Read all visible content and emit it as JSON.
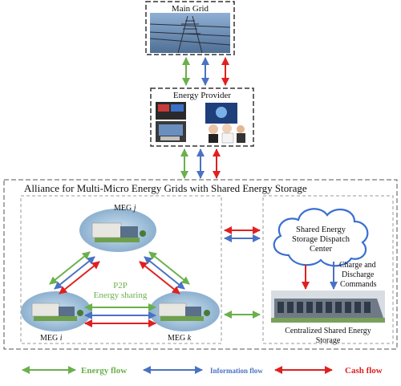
{
  "main_grid": {
    "title": "Main Grid"
  },
  "energy_provider": {
    "title": "Energy Provider"
  },
  "alliance": {
    "title": "Alliance for Multi-Micro Energy Grids with Shared Energy Storage"
  },
  "megs": {
    "j": {
      "prefix": "MEG ",
      "sub": "j"
    },
    "i": {
      "prefix": "MEG ",
      "sub": "i"
    },
    "k": {
      "prefix": "MEG ",
      "sub": "k"
    }
  },
  "p2p": {
    "line1": "P2P",
    "line2": "Energy sharing"
  },
  "dispatch_center": {
    "line1": "Shared Energy",
    "line2": "Storage Dispatch",
    "line3": "Center"
  },
  "commands": {
    "line1": "Charge and",
    "line2": "Discharge",
    "line3": "Commands"
  },
  "storage": {
    "line1": "Centralized Shared Energy",
    "line2": "Storage"
  },
  "legend": {
    "energy": "Energy flow",
    "information": "Information flow",
    "cash": "Cash flow"
  },
  "colors": {
    "energy": "#6ab04c",
    "information": "#4a72c4",
    "cash": "#e02020",
    "cloud_stroke": "#3a6fd0",
    "p2p_text": "#6ab04c"
  }
}
